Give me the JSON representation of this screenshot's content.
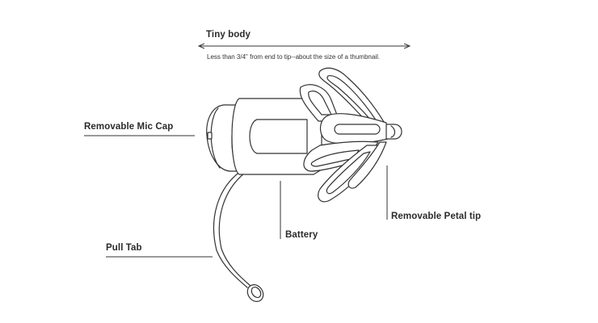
{
  "labels": {
    "tiny_body": "Tiny body",
    "tiny_body_caption": "Less than 3/4\" from end to tip--about the size of a thumbnail.",
    "mic_cap": "Removable Mic Cap",
    "petal_tip": "Removable Petal tip",
    "battery": "Battery",
    "pull_tab": "Pull Tab"
  },
  "colors": {
    "line": "#333333",
    "text": "#2b2b2b",
    "background": "#ffffff"
  }
}
